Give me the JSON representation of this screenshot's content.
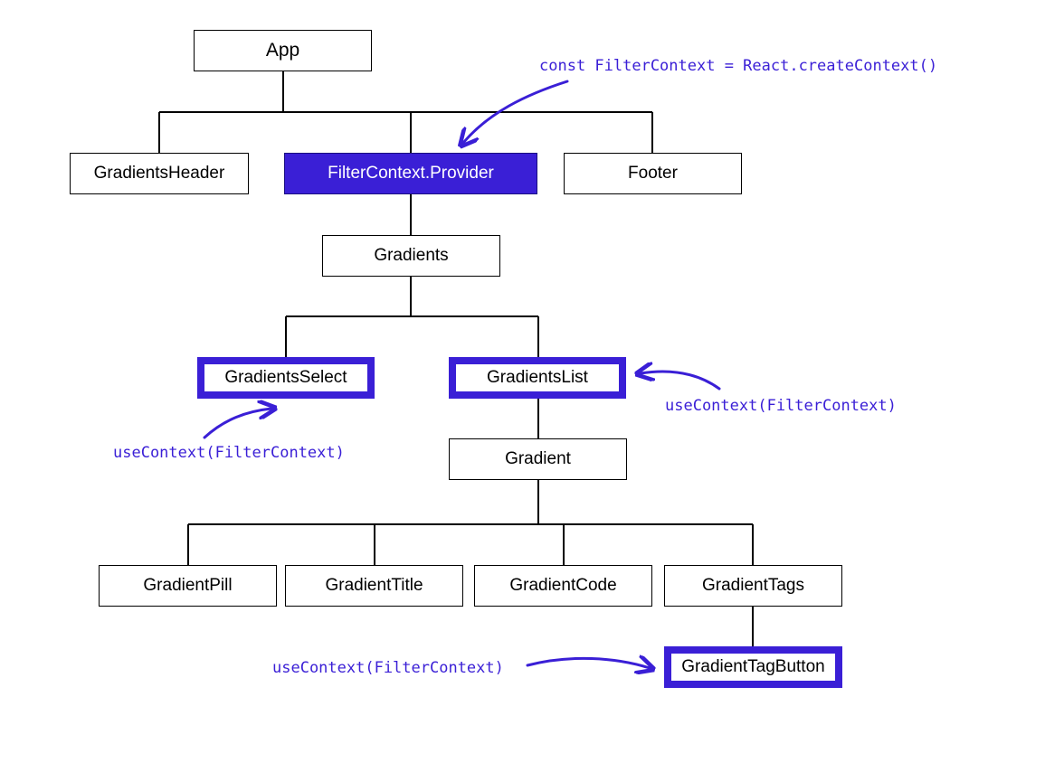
{
  "colors": {
    "accent": "#3a1fd6",
    "line": "#000000",
    "node_background": "#ffffff"
  },
  "nodes": {
    "app": "App",
    "gradients_header": "GradientsHeader",
    "filter_provider": "FilterContext.Provider",
    "footer": "Footer",
    "gradients": "Gradients",
    "gradients_select": "GradientsSelect",
    "gradients_list": "GradientsList",
    "gradient": "Gradient",
    "gradient_pill": "GradientPill",
    "gradient_title": "GradientTitle",
    "gradient_code": "GradientCode",
    "gradient_tags": "GradientTags",
    "gradient_tag_button": "GradientTagButton"
  },
  "annotations": {
    "create_context": "const FilterContext = React.createContext()",
    "use_context_select": "useContext(FilterContext)",
    "use_context_list": "useContext(FilterContext)",
    "use_context_tag_button": "useContext(FilterContext)"
  }
}
